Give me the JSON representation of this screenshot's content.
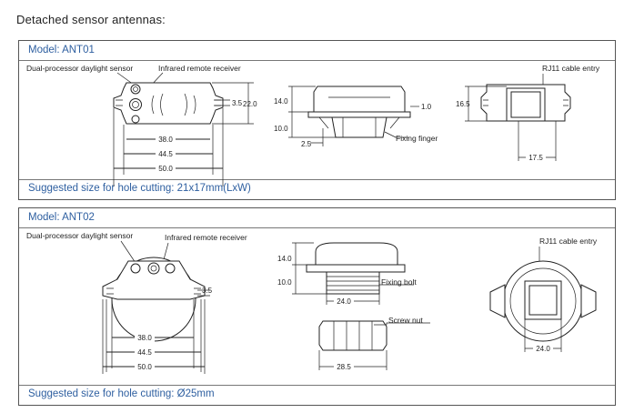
{
  "page": {
    "heading": "Detached sensor antennas:"
  },
  "colors": {
    "accent": "#2e5fa0",
    "line": "#222222",
    "frame": "#555555"
  },
  "ant01": {
    "model": "Model: ANT01",
    "labels": {
      "daylight_sensor": "Dual-processor daylight sensor",
      "ir_receiver": "Infrared remote receiver",
      "rj11": "RJ11 cable entry",
      "fixing_finger": "Fixing finger"
    },
    "dims": {
      "d38": "38.0",
      "d44_5": "44.5",
      "d50": "50.0",
      "d3_5": "3.5",
      "d22": "22.0",
      "d14": "14.0",
      "d10": "10.0",
      "d1": "1.0",
      "d2_5": "2.5",
      "d16_5": "16.5",
      "d17_5": "17.5"
    },
    "hole_cutting": "Suggested size for hole cutting: 21x17mm(LxW)"
  },
  "ant02": {
    "model": "Model: ANT02",
    "labels": {
      "daylight_sensor": "Dual-processor daylight sensor",
      "ir_receiver": "Infrared remote receiver",
      "rj11": "RJ11 cable entry",
      "fixing_bolt": "Fixing bolt",
      "screw_nut": "Screw nut"
    },
    "dims": {
      "d38": "38.0",
      "d44_5": "44.5",
      "d50": "50.0",
      "d3_5": "3.5",
      "d14": "14.0",
      "d10": "10.0",
      "d24": "24.0",
      "d28_5": "28.5",
      "d24b": "24.0"
    },
    "hole_cutting": "Suggested size for hole cutting: Ø25mm"
  }
}
